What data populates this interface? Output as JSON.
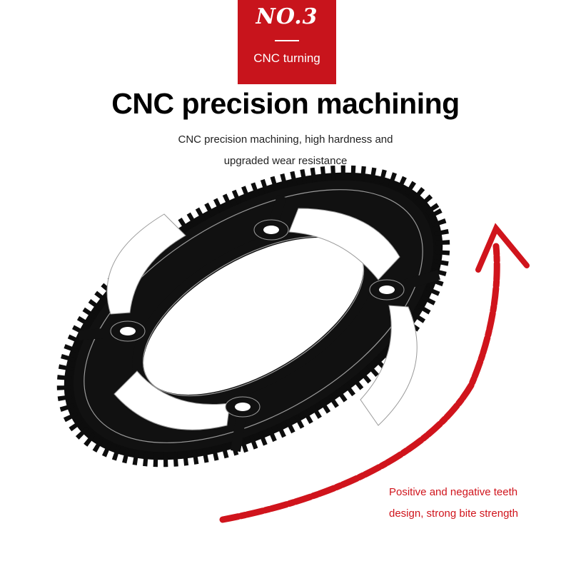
{
  "badge": {
    "number": "NO.3",
    "subtitle": "CNC turning"
  },
  "headline": "CNC precision machining",
  "description": [
    "CNC precision machining, high hardness and",
    "upgraded wear resistance"
  ],
  "callout": [
    "Positive and negative teeth",
    "design, strong bite strength"
  ],
  "colors": {
    "accent_red": "#c8141c",
    "chainring": "#111111",
    "text": "#000000"
  },
  "icons": {
    "chainring": "chainring-illustration",
    "arrow": "red-curved-arrow"
  }
}
